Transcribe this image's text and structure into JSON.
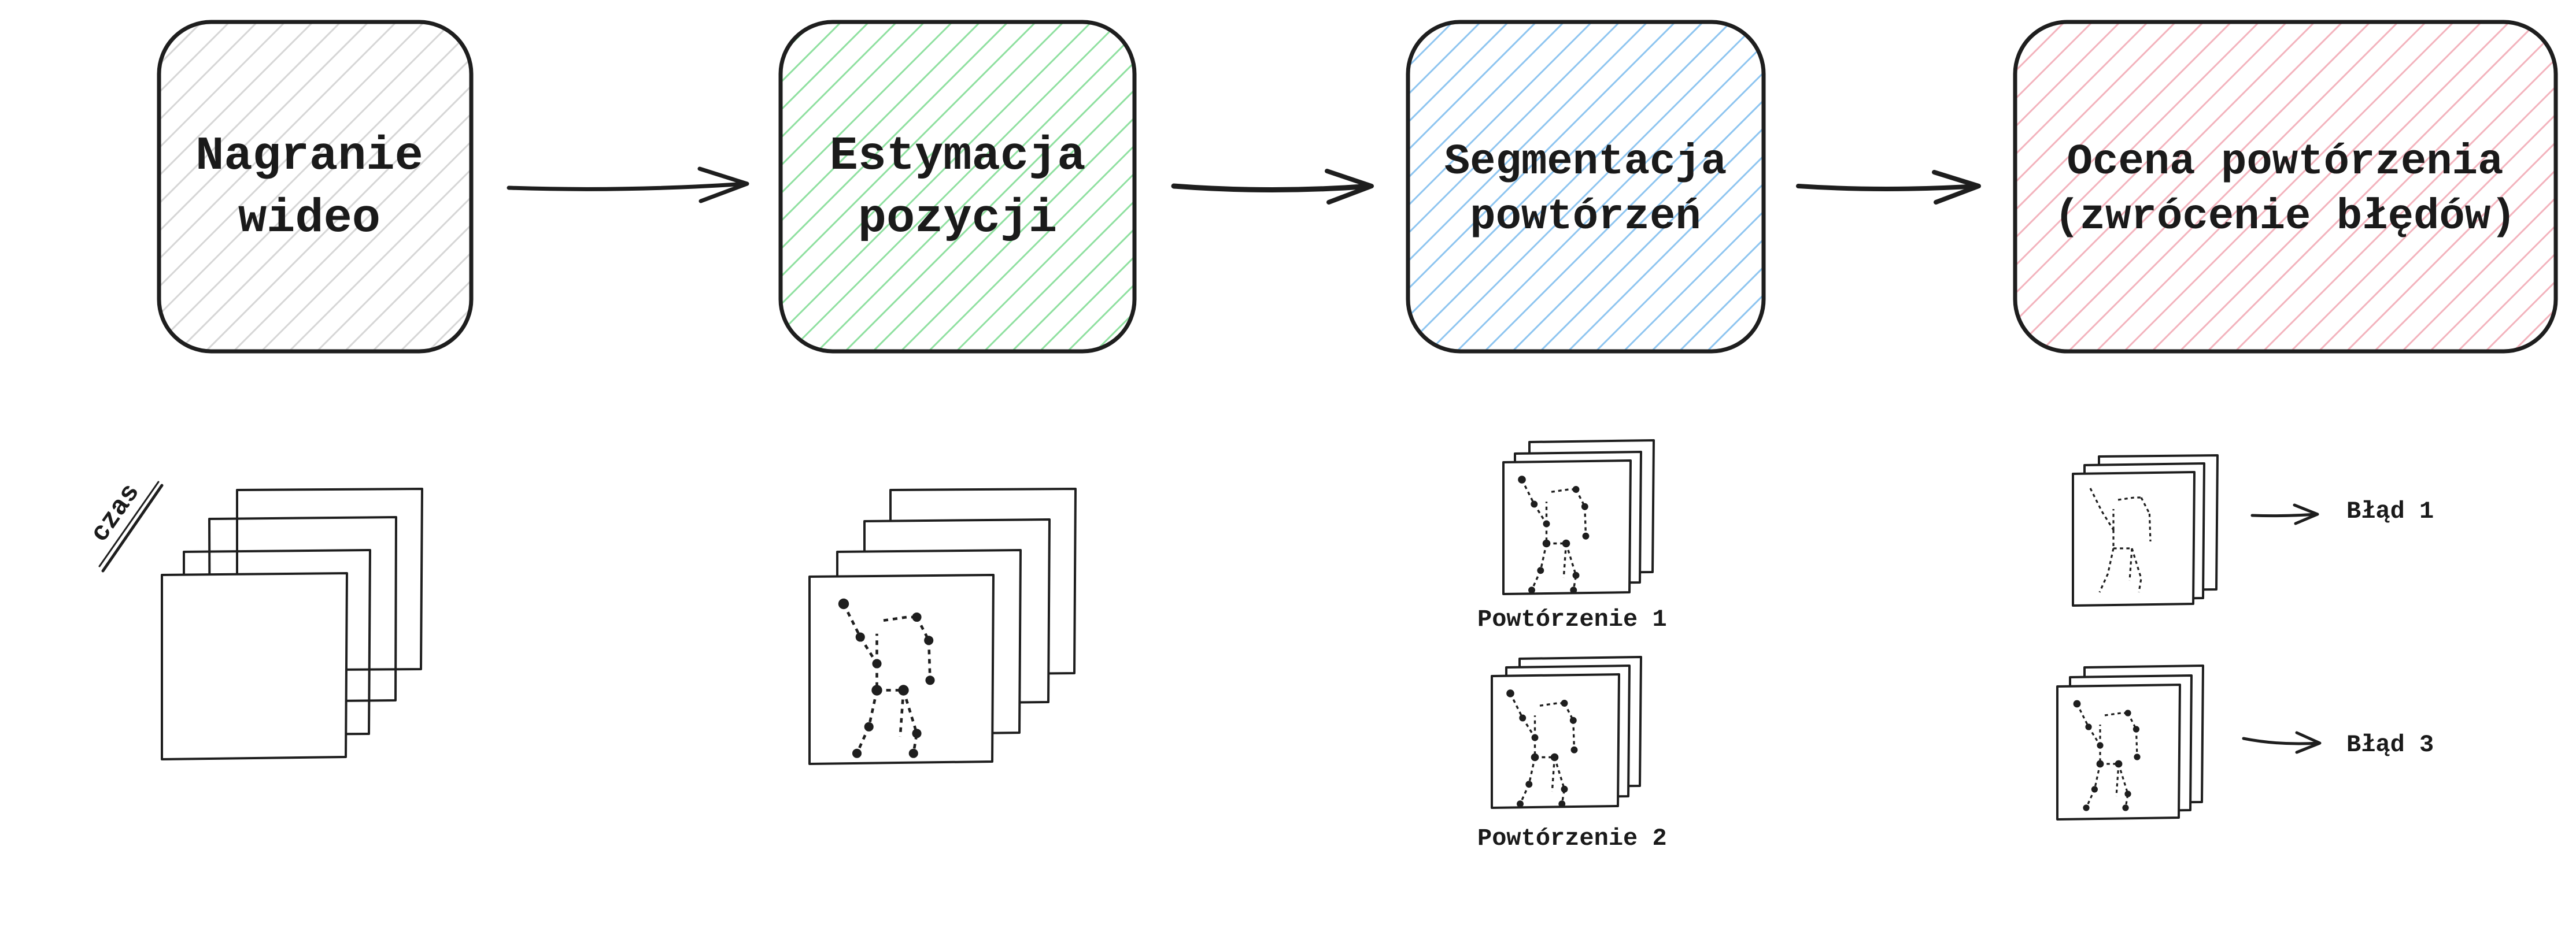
{
  "stages": [
    {
      "id": "video",
      "lines": [
        "Nagranie",
        "wideo"
      ],
      "color": "#d6d6d6"
    },
    {
      "id": "pose",
      "lines": [
        "Estymacja",
        "pozycji"
      ],
      "color": "#8fe0a0"
    },
    {
      "id": "segmentation",
      "lines": [
        "Segmentacja",
        "powtórzeń"
      ],
      "color": "#8ec5f0"
    },
    {
      "id": "evaluation",
      "lines": [
        "Ocena powtórzenia",
        "(zwrócenie błędów)"
      ],
      "color": "#f3b3bd"
    }
  ],
  "time_label": "czas",
  "repetitions": [
    {
      "label": "Powtórzenie 1"
    },
    {
      "label": "Powtórzenie 2"
    }
  ],
  "errors": [
    {
      "label": "Błąd 1"
    },
    {
      "label": "Błąd 3"
    }
  ]
}
